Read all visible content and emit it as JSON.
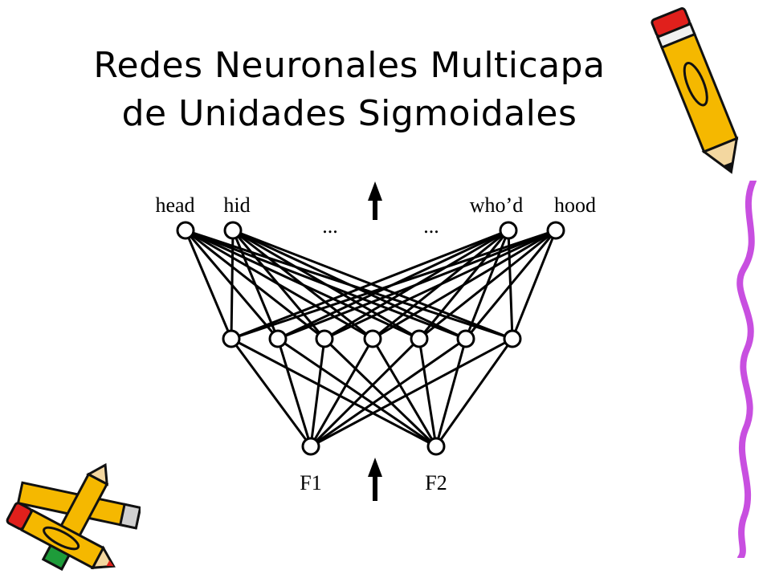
{
  "slide": {
    "title_line1": "Redes Neuronales Multicapa",
    "title_line2": "de Unidades Sigmoidales"
  },
  "network": {
    "output_labels": [
      "head",
      "hid",
      "who’d",
      "hood"
    ],
    "ellipsis": [
      "...",
      "..."
    ],
    "input_labels": [
      "F1",
      "F2"
    ],
    "hidden_unit_count": 7,
    "line_color": "#000000",
    "node_fill": "#ffffff"
  },
  "decorations": {
    "pencil_colors": [
      "#f5b800",
      "#e0201c",
      "#1e9c3a",
      "#111111"
    ],
    "icons": [
      "pencil-top-right-icon",
      "pencils-bottom-left-icon",
      "pencil-squiggle-right-icon"
    ]
  }
}
